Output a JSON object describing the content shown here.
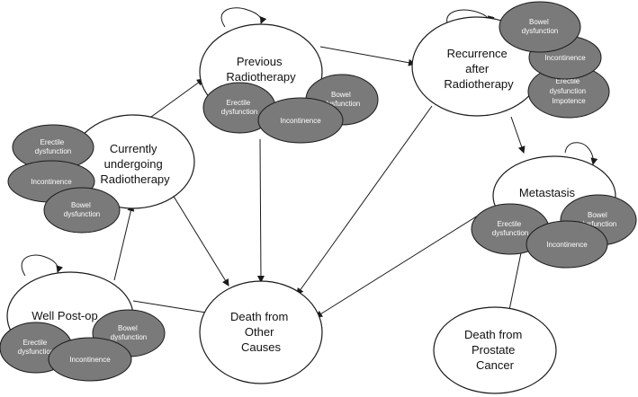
{
  "colors": {
    "state_fill": "#ffffff",
    "complication_fill": "#7a7a7a",
    "complication_text": "#ffffff",
    "line": "#1a1a1a"
  },
  "states": {
    "well_postop": {
      "lines": [
        "Well Post-op"
      ]
    },
    "currently_undergoing": {
      "lines": [
        "Currently",
        "undergoing",
        "Radiotherapy"
      ]
    },
    "previous_radiotherapy": {
      "lines": [
        "Previous",
        "Radiotherapy"
      ]
    },
    "recurrence": {
      "lines": [
        "Recurrence",
        "after",
        "Radiotherapy"
      ]
    },
    "metastasis": {
      "lines": [
        "Metastasis"
      ]
    },
    "death_other": {
      "lines": [
        "Death from",
        "Other",
        "Causes"
      ]
    },
    "death_prostate": {
      "lines": [
        "Death from",
        "Prostate",
        "Cancer"
      ]
    }
  },
  "complications": {
    "erectile": [
      "Erectile",
      "dysfunction"
    ],
    "incontinence": [
      "Incontinence"
    ],
    "bowel": [
      "Bowel",
      "dysfunction"
    ],
    "erectile_impotence": [
      "Erectile",
      "dysfunction",
      "Impotence"
    ]
  }
}
